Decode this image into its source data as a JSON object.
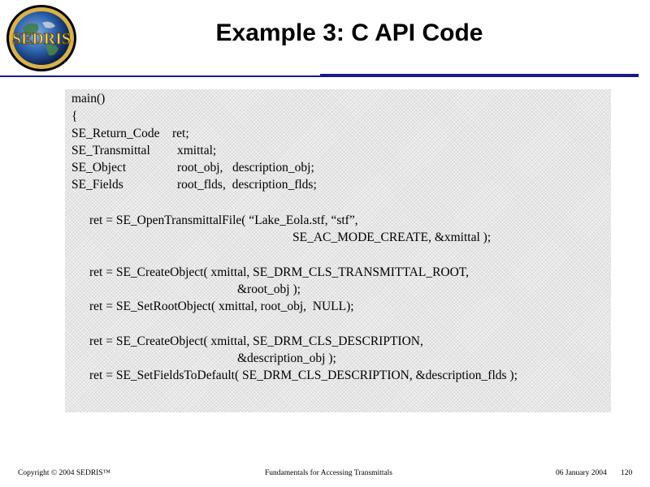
{
  "logo": {
    "text": "SEDRIS"
  },
  "title": "Example 3: C API Code",
  "code": [
    {
      "c1": "main()",
      "c2": ""
    },
    {
      "c1": "{",
      "c2": ""
    },
    {
      "c1": "SE_Return_Code",
      "c2": "ret;"
    },
    {
      "c1": "SE_Transmittal",
      "c2": "xmittal;"
    },
    {
      "c1": "SE_Object",
      "c2": "root_obj,   description_obj;"
    },
    {
      "c1": "SE_Fields",
      "c2": "root_flds,  description_flds;"
    },
    {
      "c1": "",
      "c2": ""
    },
    {
      "c1": "ret = SE_OpenTransmittalFile( “Lake_Eola.stf, “stf”,",
      "c2": ""
    },
    {
      "c1": "",
      "c2": "SE_AC_MODE_CREATE, &xmittal );"
    },
    {
      "c1": "",
      "c2": ""
    },
    {
      "c1": "ret = SE_CreateObject( xmittal, SE_DRM_CLS_TRANSMITTAL_ROOT,",
      "c2": ""
    },
    {
      "c1": "",
      "c2": "&root_obj );"
    },
    {
      "c1": "ret = SE_SetRootObject( xmittal, root_obj,  NULL);",
      "c2": ""
    },
    {
      "c1": "",
      "c2": ""
    },
    {
      "c1": "ret = SE_CreateObject( xmittal, SE_DRM_CLS_DESCRIPTION,",
      "c2": ""
    },
    {
      "c1": "",
      "c2": "&description_obj );"
    },
    {
      "c1": "ret = SE_SetFieldsToDefault( SE_DRM_CLS_DESCRIPTION, &description_flds );",
      "c2": ""
    }
  ],
  "footer": {
    "copyright": "Copyright © 2004 SEDRIS™",
    "course": "Fundamentals for Accessing Transmittals",
    "date": "06 January 2004",
    "page": "120"
  }
}
